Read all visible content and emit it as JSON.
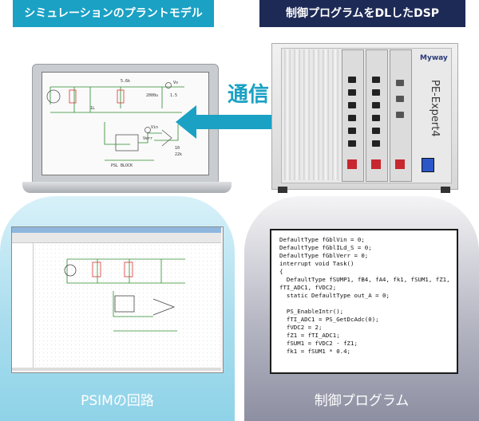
{
  "headers": {
    "left": "シミュレーションのプラントモデル",
    "right": "制御プログラムをDLしたDSP"
  },
  "comm_label": "通信",
  "panels": {
    "left_title": "PSIMの回路",
    "right_title": "制御プログラム"
  },
  "device": {
    "brand": "Myway",
    "product": "PE-Expert4"
  },
  "code_lines": [
    "DefaultType fGblVin = 0;",
    "DefaultType fGblILd_S = 0;",
    "DefaultType fGblVerr = 0;",
    "interrupt void Task()",
    "{",
    "  DefaultType fSUMP1, fB4, fA4, fk1, fSUM1, fZ1,",
    "fTI_ADC1, fVDC2;",
    "  static DefaultType out_A = 0;",
    "",
    "  PS_EnableIntr();",
    "  fTI_ADC1 = PS_GetDcAdc(0);",
    "  fVDC2 = 2;",
    "  fZ1 = fTI_ADC1;",
    "  fSUM1 = fVDC2 - fZ1;",
    "  fk1 = fSUM1 * 0.4;"
  ],
  "laptop_schematic": {
    "labels": [
      "5.6k",
      "Vo",
      "2000u",
      "1.5",
      "1L",
      "Vin",
      "Verr",
      "10",
      "22k",
      "PSL BLOCK"
    ]
  },
  "colors": {
    "header_left": "#1aa1c4",
    "header_right": "#1d2a55",
    "arrow": "#1aa1c4",
    "red_latch": "#c7272f"
  }
}
